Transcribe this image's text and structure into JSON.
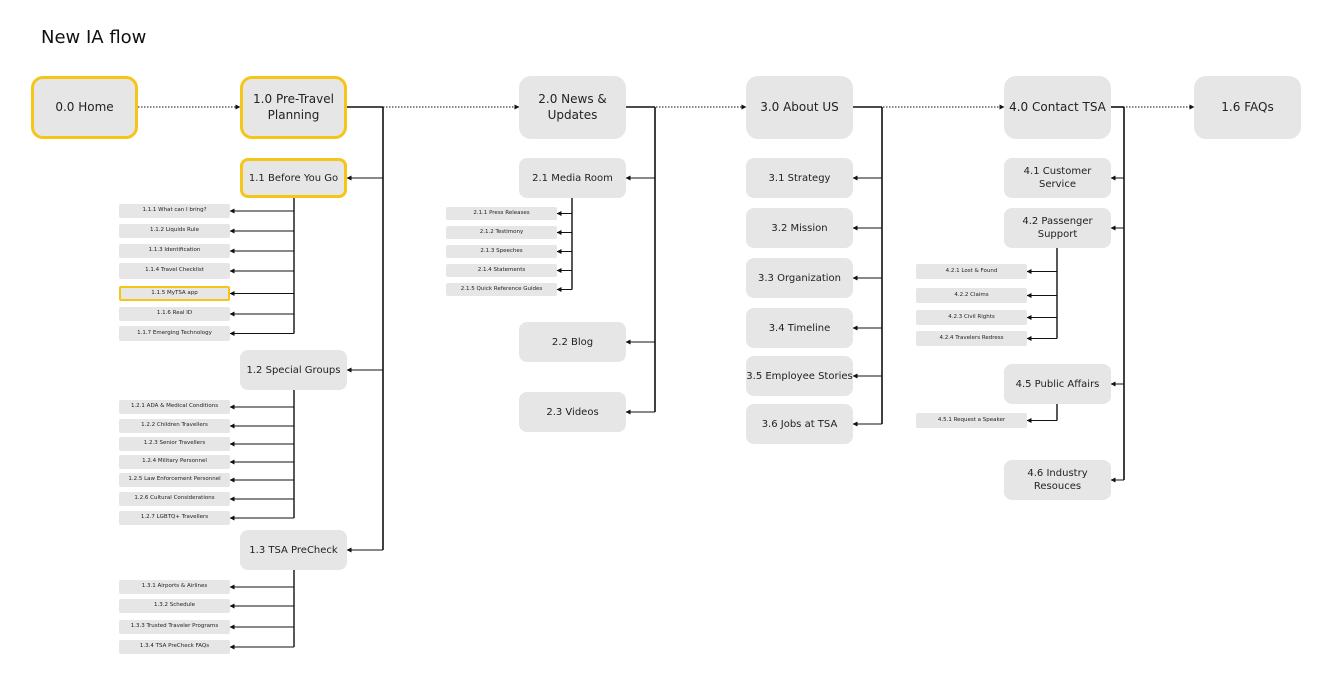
{
  "title": "New IA flow",
  "colors": {
    "node_fill": "#e6e6e6",
    "highlight": "#f5c518",
    "connector": "#111111"
  },
  "top_level": [
    {
      "id": "n0",
      "label": "0.0 Home",
      "highlighted": true
    },
    {
      "id": "n1",
      "label": "1.0 Pre-Travel Planning",
      "highlighted": true
    },
    {
      "id": "n2",
      "label": "2.0 News & Updates"
    },
    {
      "id": "n3",
      "label": "3.0 About US"
    },
    {
      "id": "n4",
      "label": "4.0 Contact TSA"
    },
    {
      "id": "n5",
      "label": "1.6 FAQs"
    }
  ],
  "sections": {
    "pre_travel": [
      {
        "id": "s11",
        "label": "1.1 Before You Go",
        "highlighted": true,
        "children": [
          {
            "id": "t111",
            "label": "1.1.1 What can I bring?"
          },
          {
            "id": "t112",
            "label": "1.1.2 Liquids Rule"
          },
          {
            "id": "t113",
            "label": "1.1.3 Identification"
          },
          {
            "id": "t114",
            "label": "1.1.4 Travel Checklist"
          },
          {
            "id": "t115",
            "label": "1.1.5 MyTSA app",
            "highlighted": true
          },
          {
            "id": "t116",
            "label": "1.1.6 Real ID"
          },
          {
            "id": "t117",
            "label": "1.1.7 Emerging Technology"
          }
        ]
      },
      {
        "id": "s12",
        "label": "1.2 Special Groups",
        "children": [
          {
            "id": "t121",
            "label": "1.2.1 ADA & Medical Conditions"
          },
          {
            "id": "t122",
            "label": "1.2.2 Children Travellers"
          },
          {
            "id": "t123",
            "label": "1.2.3 Senior Travellers"
          },
          {
            "id": "t124",
            "label": "1.2.4 Military Personnel"
          },
          {
            "id": "t125",
            "label": "1.2.5 Law Enforcement Personnel"
          },
          {
            "id": "t126",
            "label": "1.2.6 Cultural Considerations"
          },
          {
            "id": "t127",
            "label": "1.2.7 LGBTQ+ Travellers"
          }
        ]
      },
      {
        "id": "s13",
        "label": "1.3 TSA PreCheck",
        "children": [
          {
            "id": "t131",
            "label": "1.3.1 Airports & Airlines"
          },
          {
            "id": "t132",
            "label": "1.3.2 Schedule"
          },
          {
            "id": "t133",
            "label": "1.3.3 Trusted Traveler Programs"
          },
          {
            "id": "t134",
            "label": "1.3.4 TSA PreCheck FAQs"
          }
        ]
      }
    ],
    "news": [
      {
        "id": "s21",
        "label": "2.1 Media Room",
        "children": [
          {
            "id": "t211",
            "label": "2.1.1 Press Releases"
          },
          {
            "id": "t212",
            "label": "2.1.2 Testimony"
          },
          {
            "id": "t213",
            "label": "2.1.3 Speeches"
          },
          {
            "id": "t214",
            "label": "2.1.4 Statements"
          },
          {
            "id": "t215",
            "label": "2.1.5 Quick Reference Guides"
          }
        ]
      },
      {
        "id": "s22",
        "label": "2.2 Blog"
      },
      {
        "id": "s23",
        "label": "2.3 Videos"
      }
    ],
    "about": [
      {
        "id": "s31",
        "label": "3.1 Strategy"
      },
      {
        "id": "s32",
        "label": "3.2 Mission"
      },
      {
        "id": "s33",
        "label": "3.3 Organization"
      },
      {
        "id": "s34",
        "label": "3.4 Timeline"
      },
      {
        "id": "s35",
        "label": "3.5 Employee Stories"
      },
      {
        "id": "s36",
        "label": "3.6 Jobs at TSA"
      }
    ],
    "contact": [
      {
        "id": "s41",
        "label": "4.1 Customer Service"
      },
      {
        "id": "s42",
        "label": "4.2 Passenger Support",
        "children": [
          {
            "id": "t421",
            "label": "4.2.1 Lost & Found"
          },
          {
            "id": "t422",
            "label": "4.2.2 Claims"
          },
          {
            "id": "t423",
            "label": "4.2.3 Civil Rights"
          },
          {
            "id": "t424",
            "label": "4.2.4 Travelers Redress"
          }
        ]
      },
      {
        "id": "s45",
        "label": "4.5 Public Affairs",
        "children": [
          {
            "id": "t451",
            "label": "4.5.1 Request a Speaker"
          }
        ]
      },
      {
        "id": "s46",
        "label": "4.6 Industry Resouces"
      }
    ]
  }
}
